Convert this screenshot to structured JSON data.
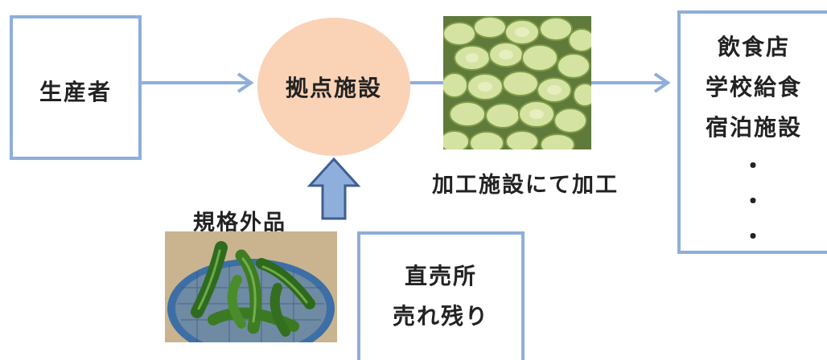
{
  "nodes": {
    "producer": "生産者",
    "hub": "拠点施設",
    "destinations": [
      "飲食店",
      "学校給食",
      "宿泊施設",
      "・",
      "・",
      "・"
    ],
    "direct_sales": [
      "直売所",
      "売れ残り"
    ]
  },
  "captions": {
    "processing": "加工施設にて加工",
    "non_standard": "規格外品"
  },
  "colors": {
    "box_border": "#8eaedb",
    "hub_fill": "#fad2b6",
    "up_arrow_fill": "#8eaedb",
    "up_arrow_stroke": "#3f5f93"
  }
}
